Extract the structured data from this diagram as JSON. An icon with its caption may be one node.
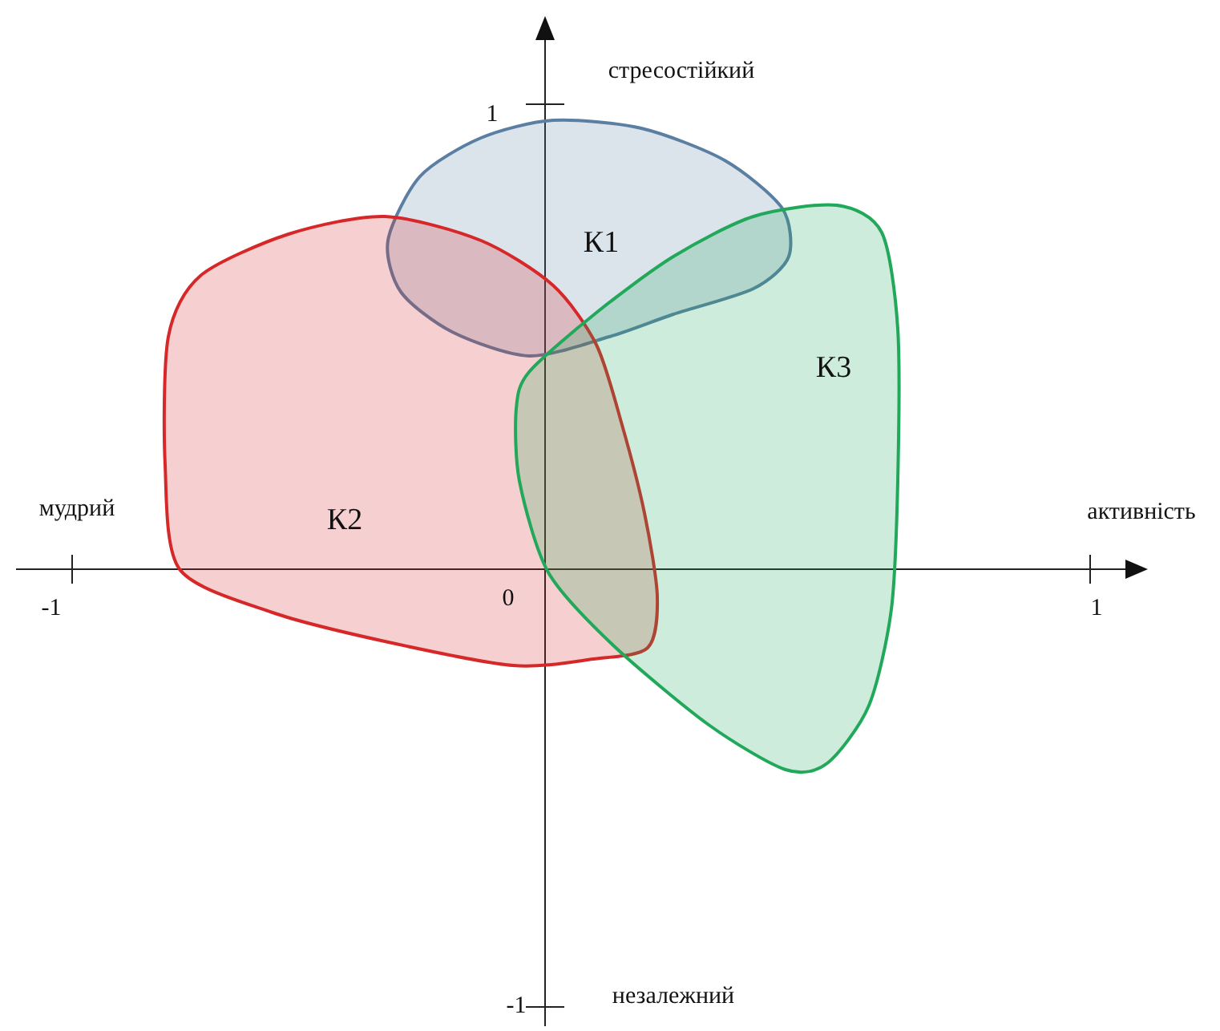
{
  "diagram": {
    "nodes": [
      {
        "text": [
          "К1"
        ]
      },
      {
        "text": [
          "К2"
        ]
      },
      {
        "text": [
          "К3"
        ]
      }
    ],
    "labels": [
      "стресостійкий",
      "1",
      "мудрий",
      "активність",
      "-1",
      "0",
      "1",
      "-1",
      "незалежний"
    ]
  }
}
